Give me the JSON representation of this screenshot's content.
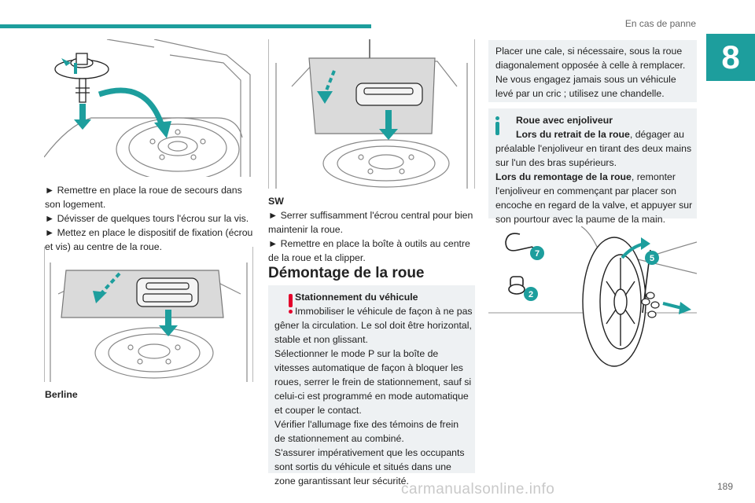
{
  "header": {
    "section_title": "En cas de panne",
    "chapter_number": "8"
  },
  "footer": {
    "page_number": "189",
    "watermark": "carmanualsonline.info"
  },
  "column1": {
    "steps": [
      "Remettre en place la roue de secours dans son logement.",
      "Dévisser de quelques tours l'écrou sur la vis.",
      "Mettez en place le dispositif de fixation (écrou et vis) au centre de la roue."
    ],
    "caption": "Berline"
  },
  "column2": {
    "label": "SW",
    "steps": [
      "Serrer suffisamment l'écrou central pour bien maintenir la roue.",
      "Remettre en place la boîte à outils au centre de la roue et la clipper."
    ],
    "heading": "Démontage de la roue",
    "warning": {
      "title": "Stationnement du véhicule",
      "lines": [
        "Immobiliser le véhicule de façon à ne pas",
        "gêner la circulation. Le sol doit être horizontal,",
        "stable et non glissant.",
        "Sélectionner le mode P sur la boîte de",
        "vitesses automatique de façon à bloquer les",
        "roues, serrer le frein de stationnement, sauf si",
        "celui-ci est programmé en mode automatique",
        "et couper le contact.",
        "Vérifier l'allumage fixe des témoins de frein",
        "de stationnement au combiné.",
        "S'assurer impérativement que les occupants",
        "sont sortis du véhicule et situés dans une",
        "zone garantissant leur sécurité."
      ]
    }
  },
  "column3": {
    "note": {
      "lines": [
        "Placer une cale, si nécessaire, sous la roue",
        "diagonalement opposée à celle à remplacer.",
        "Ne vous engagez jamais sous un véhicule",
        "levé par un cric ; utilisez une chandelle."
      ]
    },
    "info": {
      "title": "Roue avec enjoliveur",
      "removal_label": "Lors du retrait de la roue",
      "removal_text": ", dégager au",
      "removal_lines": [
        "préalable l'enjoliveur en tirant des deux mains",
        "sur l'un des bras supérieurs."
      ],
      "refit_label": "Lors du remontage de la roue",
      "refit_text": ", remonter",
      "refit_lines": [
        "l'enjoliveur en commençant par placer son",
        "encoche en regard de la valve, et appuyer sur",
        "son pourtour avec la paume de la main."
      ]
    },
    "figure_callouts": [
      "7",
      "5",
      "2"
    ]
  },
  "colors": {
    "accent": "#1d9e9d",
    "warning": "#e4002b",
    "box_bg": "#eef1f3"
  }
}
